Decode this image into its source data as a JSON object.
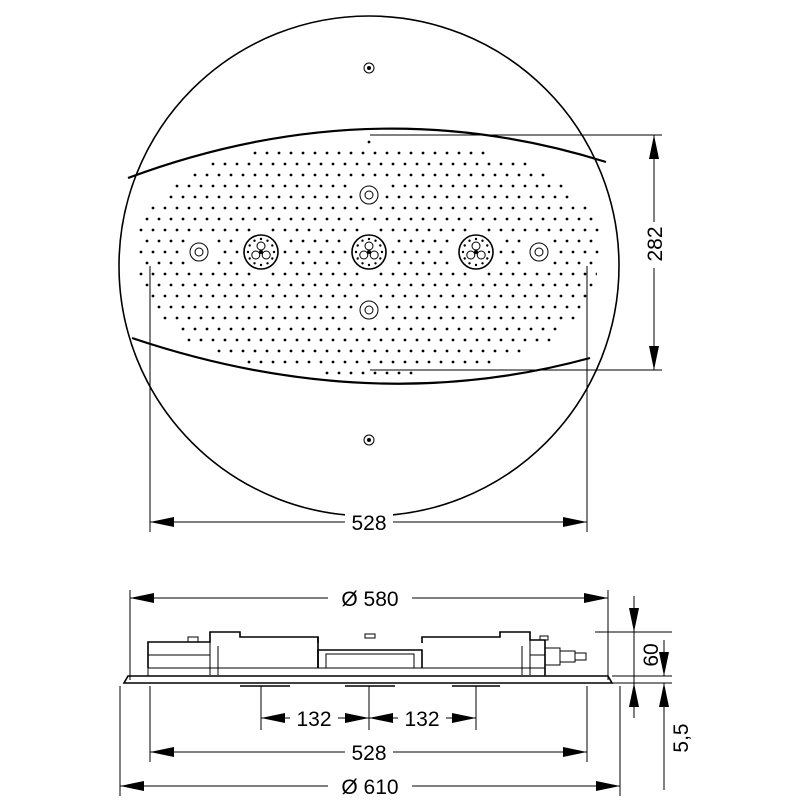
{
  "top_view": {
    "dims": {
      "height": "282",
      "width": "528"
    }
  },
  "side_view": {
    "dims": {
      "diameter_top": "Ø 580",
      "height_total": "60",
      "thickness": "5,5",
      "spacing_left": "132",
      "spacing_right": "132",
      "width_528": "528",
      "diameter_bottom": "Ø 610"
    }
  }
}
